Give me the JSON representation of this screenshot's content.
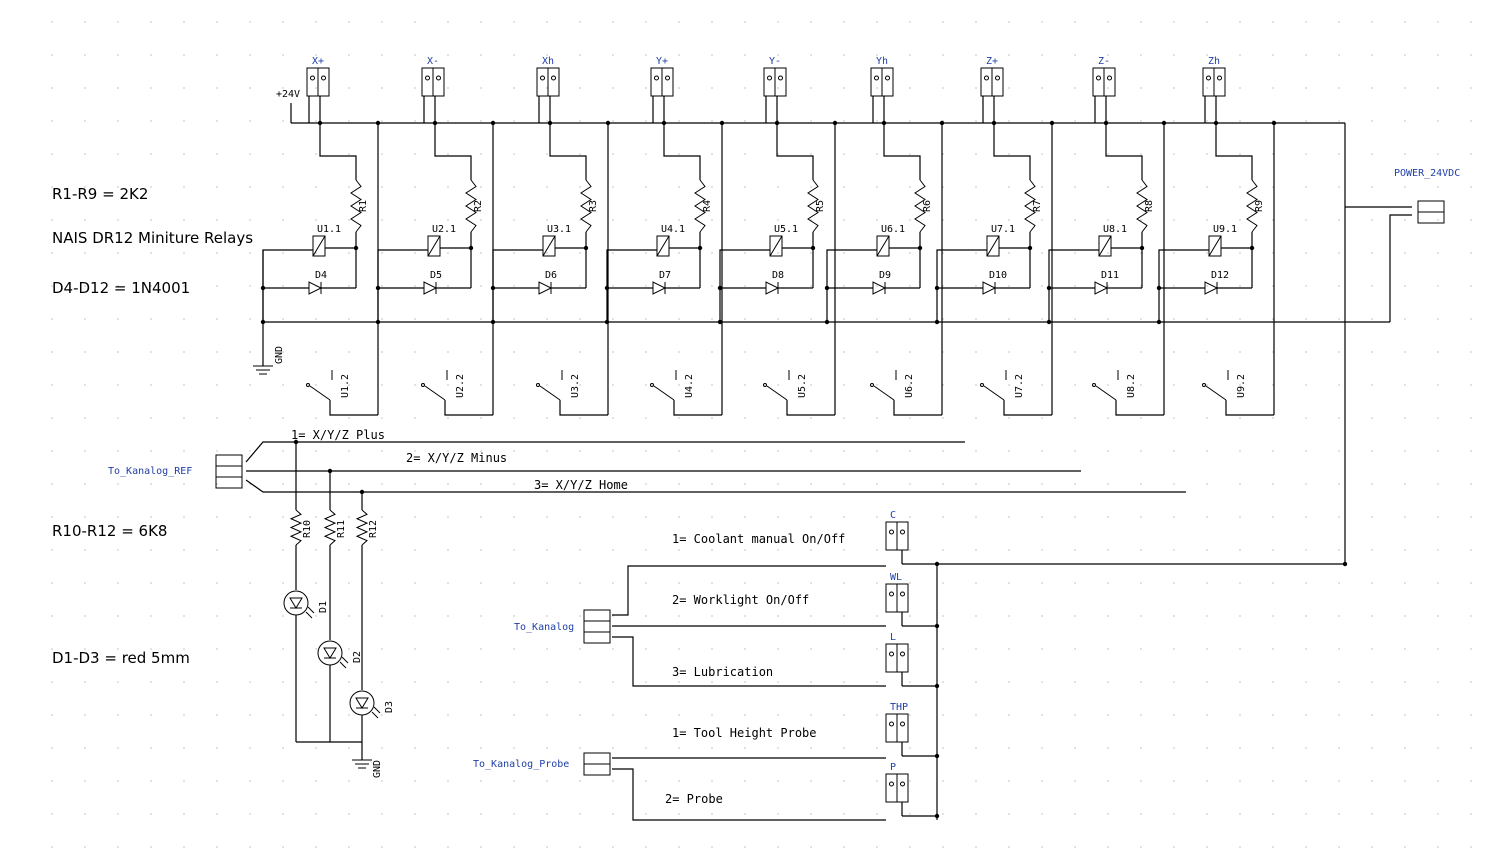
{
  "notes": {
    "r1_r9": "R1-R9 = 2K2",
    "relays": "NAIS DR12 Miniture Relays",
    "d4_d12": "D4-D12 = 1N4001",
    "r10_r12": "R10-R12 = 6K8",
    "d1_d3": "D1-D3 = red 5mm"
  },
  "supply": {
    "label": "+24V",
    "gnd": "GND"
  },
  "axis_connectors": [
    {
      "label": "X+",
      "relay": "U1.1",
      "relay2": "U1.2",
      "diode": "D4",
      "res": "R1"
    },
    {
      "label": "X-",
      "relay": "U2.1",
      "relay2": "U2.2",
      "diode": "D5",
      "res": "R2"
    },
    {
      "label": "Xh",
      "relay": "U3.1",
      "relay2": "U3.2",
      "diode": "D6",
      "res": "R3"
    },
    {
      "label": "Y+",
      "relay": "U4.1",
      "relay2": "U4.2",
      "diode": "D7",
      "res": "R4"
    },
    {
      "label": "Y-",
      "relay": "U5.1",
      "relay2": "U5.2",
      "diode": "D8",
      "res": "R5"
    },
    {
      "label": "Yh",
      "relay": "U6.1",
      "relay2": "U6.2",
      "diode": "D9",
      "res": "R6"
    },
    {
      "label": "Z+",
      "relay": "U7.1",
      "relay2": "U7.2",
      "diode": "D10",
      "res": "R7"
    },
    {
      "label": "Z-",
      "relay": "U8.1",
      "relay2": "U8.2",
      "diode": "D11",
      "res": "R8"
    },
    {
      "label": "Zh",
      "relay": "U9.1",
      "relay2": "U9.2",
      "diode": "D12",
      "res": "R9"
    }
  ],
  "power_connector": "POWER_24VDC",
  "ref_connector": "To_Kanalog_REF",
  "ref_lines": [
    "1= X/Y/Z Plus",
    "2= X/Y/Z Minus",
    "3= X/Y/Z Home"
  ],
  "led_parts": [
    {
      "res": "R10",
      "led": "D1"
    },
    {
      "res": "R11",
      "led": "D2"
    },
    {
      "res": "R12",
      "led": "D3"
    }
  ],
  "kanalog_connector": "To_Kanalog",
  "kanalog_outputs": [
    {
      "label": "C",
      "desc": "1= Coolant manual On/Off"
    },
    {
      "label": "WL",
      "desc": "2= Worklight On/Off"
    },
    {
      "label": "L",
      "desc": "3= Lubrication"
    }
  ],
  "probe_connector": "To_Kanalog_Probe",
  "probe_outputs": [
    {
      "label": "THP",
      "desc": "1= Tool Height Probe"
    },
    {
      "label": "P",
      "desc": "2= Probe"
    }
  ]
}
